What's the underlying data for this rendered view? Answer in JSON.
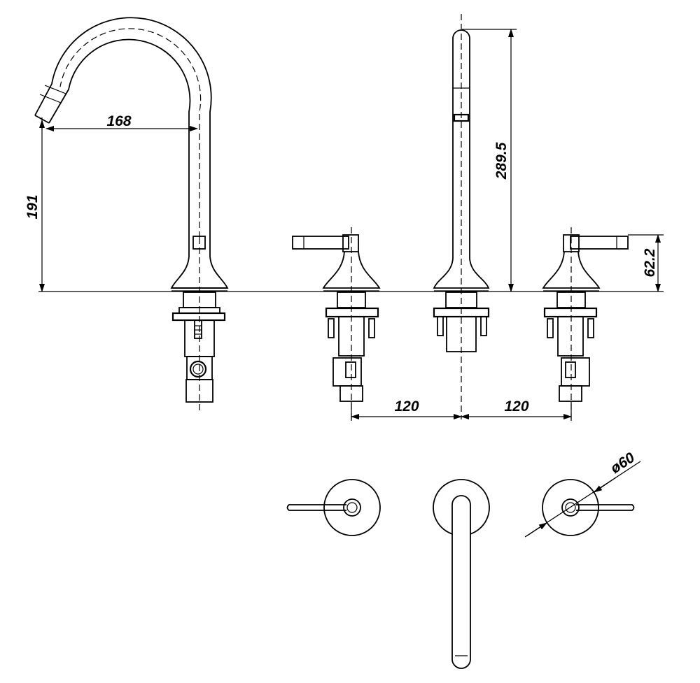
{
  "dimensions": {
    "spout_reach": "168",
    "spout_height": "191",
    "sprayer_height": "289.5",
    "handle_height": "62.2",
    "spacing_left": "120",
    "spacing_right": "120",
    "handle_base_diameter": "ø60"
  },
  "colors": {
    "line": "#000000",
    "background": "#ffffff"
  }
}
